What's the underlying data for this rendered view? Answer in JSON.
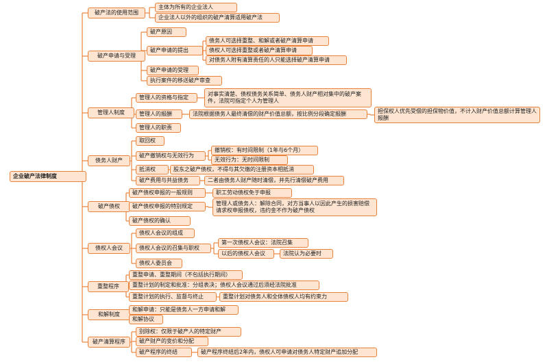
{
  "title": "企业破产法律制度",
  "branches": [
    {
      "id": "scope",
      "label": "破产法的使用范围",
      "children": [
        {
          "id": "scope-1",
          "label": "主体为所有的企业法人"
        },
        {
          "id": "scope-2",
          "label": "企业法人以外的组织的破产清算适用破产法"
        }
      ]
    },
    {
      "id": "apply",
      "label": "破产申请与受理",
      "children": [
        {
          "id": "apply-1",
          "label": "破产原因"
        },
        {
          "id": "apply-2",
          "label": "破产申请的提出",
          "children": [
            {
              "id": "apply-2-1",
              "label": "债务人可选择重整、和解或者破产清算申请"
            },
            {
              "id": "apply-2-2",
              "label": "债权人可选择重整或者破产清算申请"
            },
            {
              "id": "apply-2-3",
              "label": "对债务人附有清算责任的人只能选择破产清算申请"
            }
          ]
        },
        {
          "id": "apply-3",
          "label": "破产申请的受理"
        },
        {
          "id": "apply-4",
          "label": "执行案件的移送破产审查"
        }
      ]
    },
    {
      "id": "admin",
      "label": "管理人制度",
      "children": [
        {
          "id": "admin-1",
          "label": "管理人的资格与指定",
          "children": [
            {
              "id": "admin-1-1",
              "label": "对事实清楚、债权债务关系简单、债务人财产相对集中的破产案件，法院可指定个人为管理人"
            }
          ]
        },
        {
          "id": "admin-2",
          "label": "管理人的报酬",
          "children": [
            {
              "id": "admin-2-1",
              "label": "法院根据债务人最终清偿的财产价值总额，按比例分段确定报酬",
              "children": [
                {
                  "id": "admin-2-1-1",
                  "label": "担保权人优先受偿的担保物价值，不计入财产价值总额计算管理人报酬"
                }
              ]
            }
          ]
        },
        {
          "id": "admin-3",
          "label": "管理人的职责"
        }
      ]
    },
    {
      "id": "asset",
      "label": "债务人财产",
      "children": [
        {
          "id": "asset-1",
          "label": "取回权"
        },
        {
          "id": "asset-2",
          "label": "破产撤销权与无效行为",
          "children": [
            {
              "id": "asset-2-1",
              "label": "撤销权：有时间限制（1年与6个月）"
            },
            {
              "id": "asset-2-2",
              "label": "无效行为：无时间限制"
            }
          ]
        },
        {
          "id": "asset-3",
          "label": "抵消权",
          "children": [
            {
              "id": "asset-3-1",
              "label": "股东之破产债权，不得与其欠缴的注册资本相抵消"
            }
          ]
        },
        {
          "id": "asset-4",
          "label": "破产费用与共益债务",
          "children": [
            {
              "id": "asset-4-1",
              "label": "二者由债务人财产随时清偿，并先行清偿破产费用"
            }
          ]
        }
      ]
    },
    {
      "id": "claim",
      "label": "破产债权",
      "children": [
        {
          "id": "claim-1",
          "label": "破产债权申报的一般规则",
          "children": [
            {
              "id": "claim-1-1",
              "label": "职工劳动债权免于申报"
            }
          ]
        },
        {
          "id": "claim-2",
          "label": "破产债权申报的特别规定",
          "children": [
            {
              "id": "claim-2-1",
              "label": "管理人或债务人：解除合同，对方当事人以因此产生的损害赔偿请求权申报债权，违约金不作为破产债权"
            }
          ]
        },
        {
          "id": "claim-3",
          "label": "破产债权的确认"
        }
      ]
    },
    {
      "id": "meeting",
      "label": "债权人会议",
      "children": [
        {
          "id": "meeting-1",
          "label": "债权人会议的组成"
        },
        {
          "id": "meeting-2",
          "label": "债权人会议的召集与职权",
          "children": [
            {
              "id": "meeting-2-1",
              "label": "第一次债权人会议：法院召集"
            },
            {
              "id": "meeting-2-2",
              "label": "以后的债权人会议",
              "children": [
                {
                  "id": "meeting-2-2-1",
                  "label": "法院认为必要时"
                }
              ]
            }
          ]
        },
        {
          "id": "meeting-3",
          "label": "债权人委员会"
        }
      ]
    },
    {
      "id": "reorg",
      "label": "重整程序",
      "children": [
        {
          "id": "reorg-1",
          "label": "重整申请、重整期间（不包括执行期间）"
        },
        {
          "id": "reorg-2",
          "label": "重整计划的制定和批准：分组表决；债权人会议通过后须经法院批准"
        },
        {
          "id": "reorg-3",
          "label": "重整计划的执行、监督与终止",
          "children": [
            {
              "id": "reorg-3-1",
              "label": "重整计划对债务人和全体债权人均有约束力"
            }
          ]
        }
      ]
    },
    {
      "id": "settle",
      "label": "和解制度",
      "children": [
        {
          "id": "settle-1",
          "label": "和解申请：只能是债务人一方申请和解"
        },
        {
          "id": "settle-2",
          "label": "和解协议"
        }
      ]
    },
    {
      "id": "liq",
      "label": "破产清算程序",
      "children": [
        {
          "id": "liq-1",
          "label": "别除权：仅限于破产人的特定财产"
        },
        {
          "id": "liq-2",
          "label": "破产财产的变价和分配"
        },
        {
          "id": "liq-3",
          "label": "破产程序的终结",
          "children": [
            {
              "id": "liq-3-1",
              "label": "破产程序终结后2年内，债权人可申请对债务人特定财产追加分配"
            }
          ]
        }
      ]
    }
  ]
}
